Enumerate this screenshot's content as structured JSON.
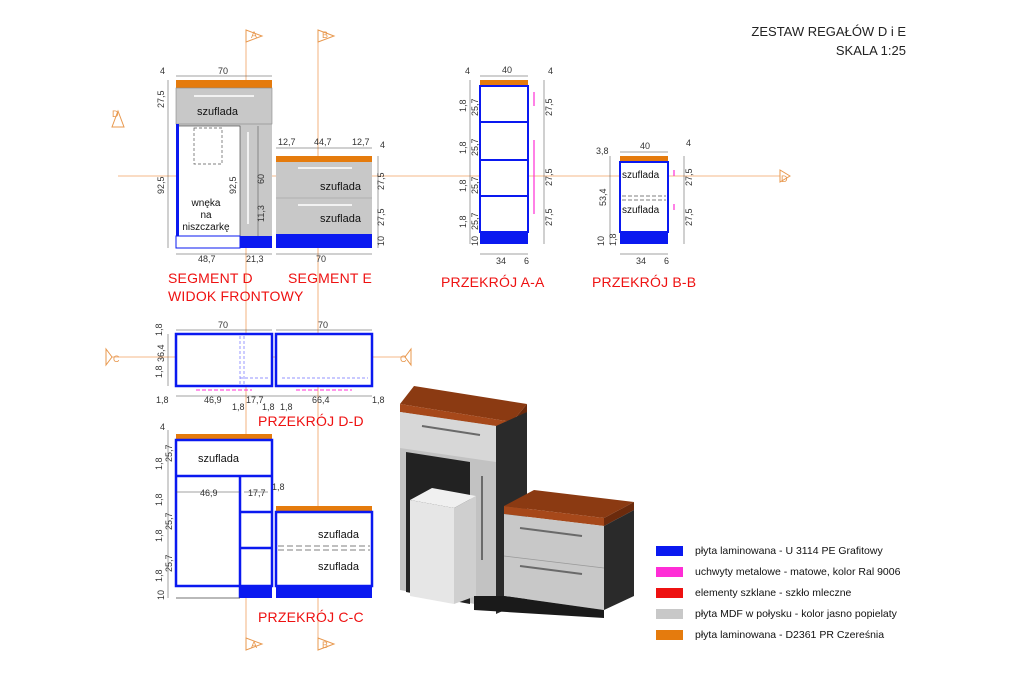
{
  "title": {
    "line1": "ZESTAW REGAŁÓW D i E",
    "line2": "SKALA 1:25"
  },
  "labels": {
    "segment_d": "SEGMENT D",
    "widok": "WIDOK FRONTOWY",
    "segment_e": "SEGMENT E",
    "przekroj_aa": "PRZEKRÓJ A-A",
    "przekroj_bb": "PRZEKRÓJ B-B",
    "przekroj_dd": "PRZEKRÓJ D-D",
    "przekroj_cc": "PRZEKRÓJ C-C"
  },
  "section_markers": {
    "a": "A",
    "b": "B",
    "c": "C",
    "d": "D"
  },
  "front_view": {
    "drawer": "szuflada",
    "niche_line1": "wnęka",
    "niche_line2": "na",
    "niche_line3": "niszczarkę",
    "dims": {
      "d_width": "70",
      "d_top": "4",
      "d_drawer": "27,5",
      "d_height": "92,5",
      "d_inner_height": "92,5",
      "d_inner_a": "60",
      "d_inner_b": "11,3",
      "d_bottom_w": "48,7",
      "d_bottom_w2": "21,3",
      "e_left": "12,7",
      "e_mid": "44,7",
      "e_right": "12,7",
      "e_top": "4",
      "e_drawer1": "27,5",
      "e_drawer2": "27,5",
      "e_plinth": "10",
      "e_width": "70"
    }
  },
  "section_aa": {
    "dims": {
      "width": "40",
      "top": "4",
      "shelf_t": "1,8",
      "shelf_h": "25,7",
      "right_27": "27,5",
      "plinth": "10",
      "depth": "34",
      "door": "6"
    }
  },
  "section_bb": {
    "drawer": "szuflada",
    "dims": {
      "width": "40",
      "top": "4",
      "panel": "3,8",
      "height": "53,4",
      "plinth": "10",
      "shelf_t": "1,8",
      "right_27": "27,5",
      "depth": "34",
      "door": "6"
    }
  },
  "section_dd": {
    "dims": {
      "w1": "70",
      "w2": "70",
      "t": "1,8",
      "h": "36,4",
      "b1": "46,9",
      "b2": "17,7",
      "b3": "66,4"
    }
  },
  "section_cc": {
    "drawer": "szuflada",
    "dims": {
      "top": "4",
      "t": "1,8",
      "h": "25,7",
      "w1": "46,9",
      "w2": "17,7",
      "plinth": "10"
    }
  },
  "legend": [
    {
      "color": "#0a19f0",
      "text": "płyta laminowana - U 3114 PE Grafitowy"
    },
    {
      "color": "#ff2dd6",
      "text": "uchwyty metalowe - matowe, kolor Ral 9006"
    },
    {
      "color": "#ee1111",
      "text": "elementy szklane - szkło mleczne"
    },
    {
      "color": "#c8c8c8",
      "text": "płyta MDF w połysku - kolor jasno popielaty"
    },
    {
      "color": "#e57b0d",
      "text": "płyta laminowana - D2361 PR Czereśnia"
    }
  ],
  "colors": {
    "blue": "#0a19f0",
    "orange": "#e57b0d",
    "grey": "#c8c8c8",
    "magenta": "#ff2dd6",
    "red_text": "#ee1111",
    "wood": "#8b3a12",
    "dark": "#2a2a2a"
  }
}
